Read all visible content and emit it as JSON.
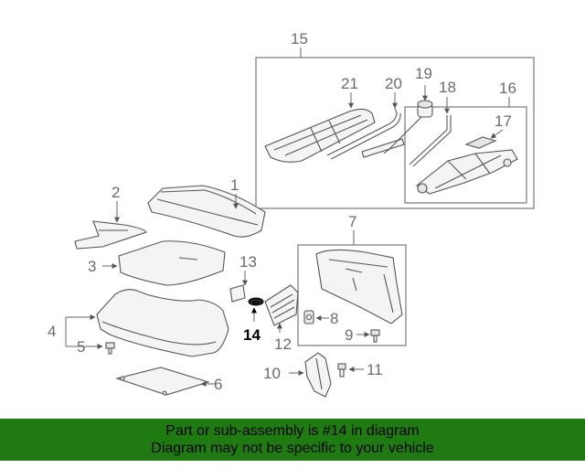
{
  "callouts": {
    "c1": "1",
    "c2": "2",
    "c3": "3",
    "c4": "4",
    "c5": "5",
    "c6": "6",
    "c7": "7",
    "c8": "8",
    "c9": "9",
    "c10": "10",
    "c11": "11",
    "c12": "12",
    "c13": "13",
    "c14": "14",
    "c15": "15",
    "c16": "16",
    "c17": "17",
    "c18": "18",
    "c19": "19",
    "c20": "20",
    "c21": "21"
  },
  "highlight_part": "14",
  "banner": {
    "line1": "Part or sub-assembly is #14 in diagram",
    "line2": "Diagram may not be specific to your vehicle"
  },
  "colors": {
    "banner_bg": "#207a12",
    "callout": "#6b6b6b",
    "highlight": "#000000"
  }
}
